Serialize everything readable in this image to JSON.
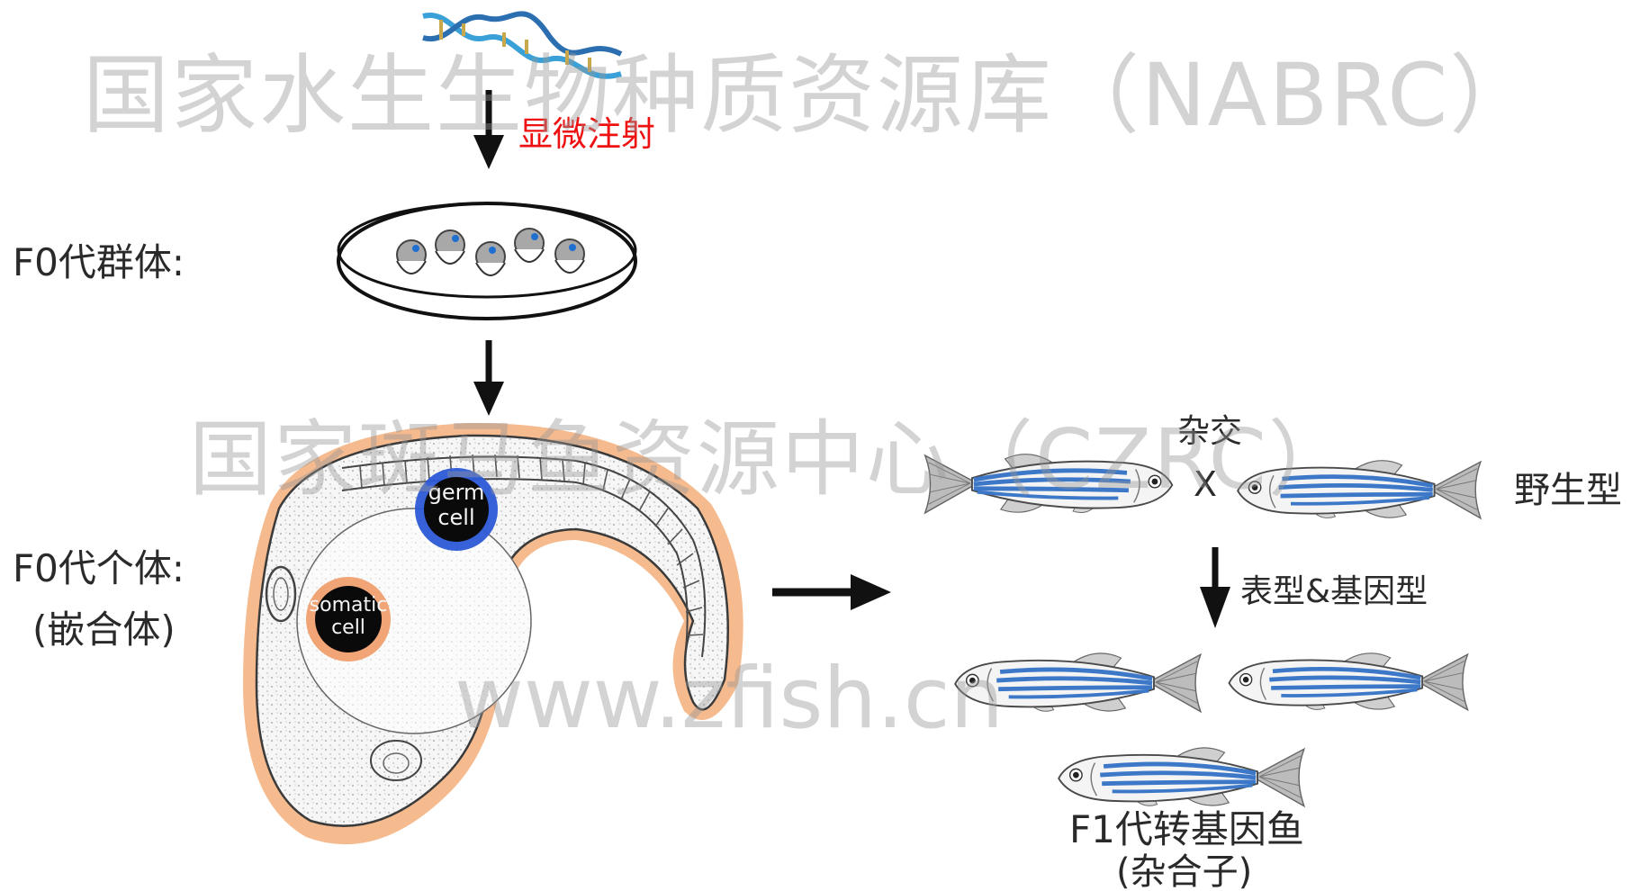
{
  "labels": {
    "microinjection": "显微注射",
    "f0_population": "F0代群体:",
    "f0_individual": "F0代个体:",
    "chimera": "(嵌合体)",
    "germ_cell": "germ cell",
    "somatic_cell": "somatic cell",
    "cross": "杂交",
    "cross_symbol": "X",
    "wild_type": "野生型",
    "phenotype_genotype": "表型&基因型",
    "f1_transgenic": "F1代转基因鱼",
    "heterozygote": "(杂合子)"
  },
  "watermarks": {
    "line1": "国家水生生物种质资源库（NABRC）",
    "line2": "国家斑马鱼资源中心（CZRC）",
    "line3": "www.zfish.cn"
  },
  "colors": {
    "injection_label": "#ee1111",
    "germ_cell_halo": "#2b59d6",
    "somatic_cell_halo": "#f0a070",
    "embryo_glow": "#f2a46a",
    "fish_stripe": "#3d78c8",
    "dna_helix": "#3aa0d8"
  },
  "icons": [
    "dna-helix-icon",
    "petri-dish-icon",
    "fish-icon",
    "arrow-icon"
  ]
}
